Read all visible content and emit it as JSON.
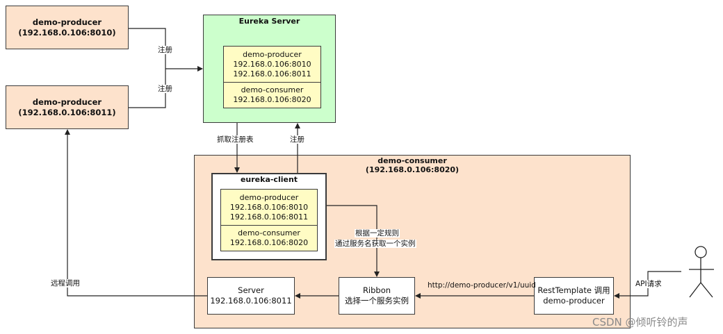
{
  "producer1": {
    "name": "demo-producer",
    "addr": "(192.168.0.106:8010)"
  },
  "producer2": {
    "name": "demo-producer",
    "addr": "(192.168.0.106:8011)"
  },
  "eureka_server": {
    "title": "Eureka Server",
    "registry": {
      "producer_name": "demo-producer",
      "producer_addr1": "192.168.0.106:8010",
      "producer_addr2": "192.168.0.106:8011",
      "consumer_name": "demo-consumer",
      "consumer_addr": "192.168.0.106:8020"
    }
  },
  "consumer": {
    "title": "demo-consumer",
    "addr": "(192.168.0.106:8020)"
  },
  "eureka_client": {
    "title": "eureka-client",
    "registry": {
      "producer_name": "demo-producer",
      "producer_addr1": "192.168.0.106:8010",
      "producer_addr2": "192.168.0.106:8011",
      "consumer_name": "demo-consumer",
      "consumer_addr": "192.168.0.106:8020"
    }
  },
  "server_box": {
    "line1": "Server",
    "line2": "192.168.0.106:8011"
  },
  "ribbon_box": {
    "line1": "Ribbon",
    "line2": "选择一个服务实例"
  },
  "rest_box": {
    "line1": "RestTemplate 调用",
    "line2": "demo-producer"
  },
  "labels": {
    "register1": "注册",
    "register2": "注册",
    "fetch_registry": "抓取注册表",
    "register3": "注册",
    "rule_line1": "根据一定规则",
    "rule_line2": "通过服务名获取一个实例",
    "url": "http://demo-producer/v1/uuid",
    "api_request": "API请求",
    "remote_call": "远程调用"
  },
  "watermark": "CSDN @倾听铃的声"
}
